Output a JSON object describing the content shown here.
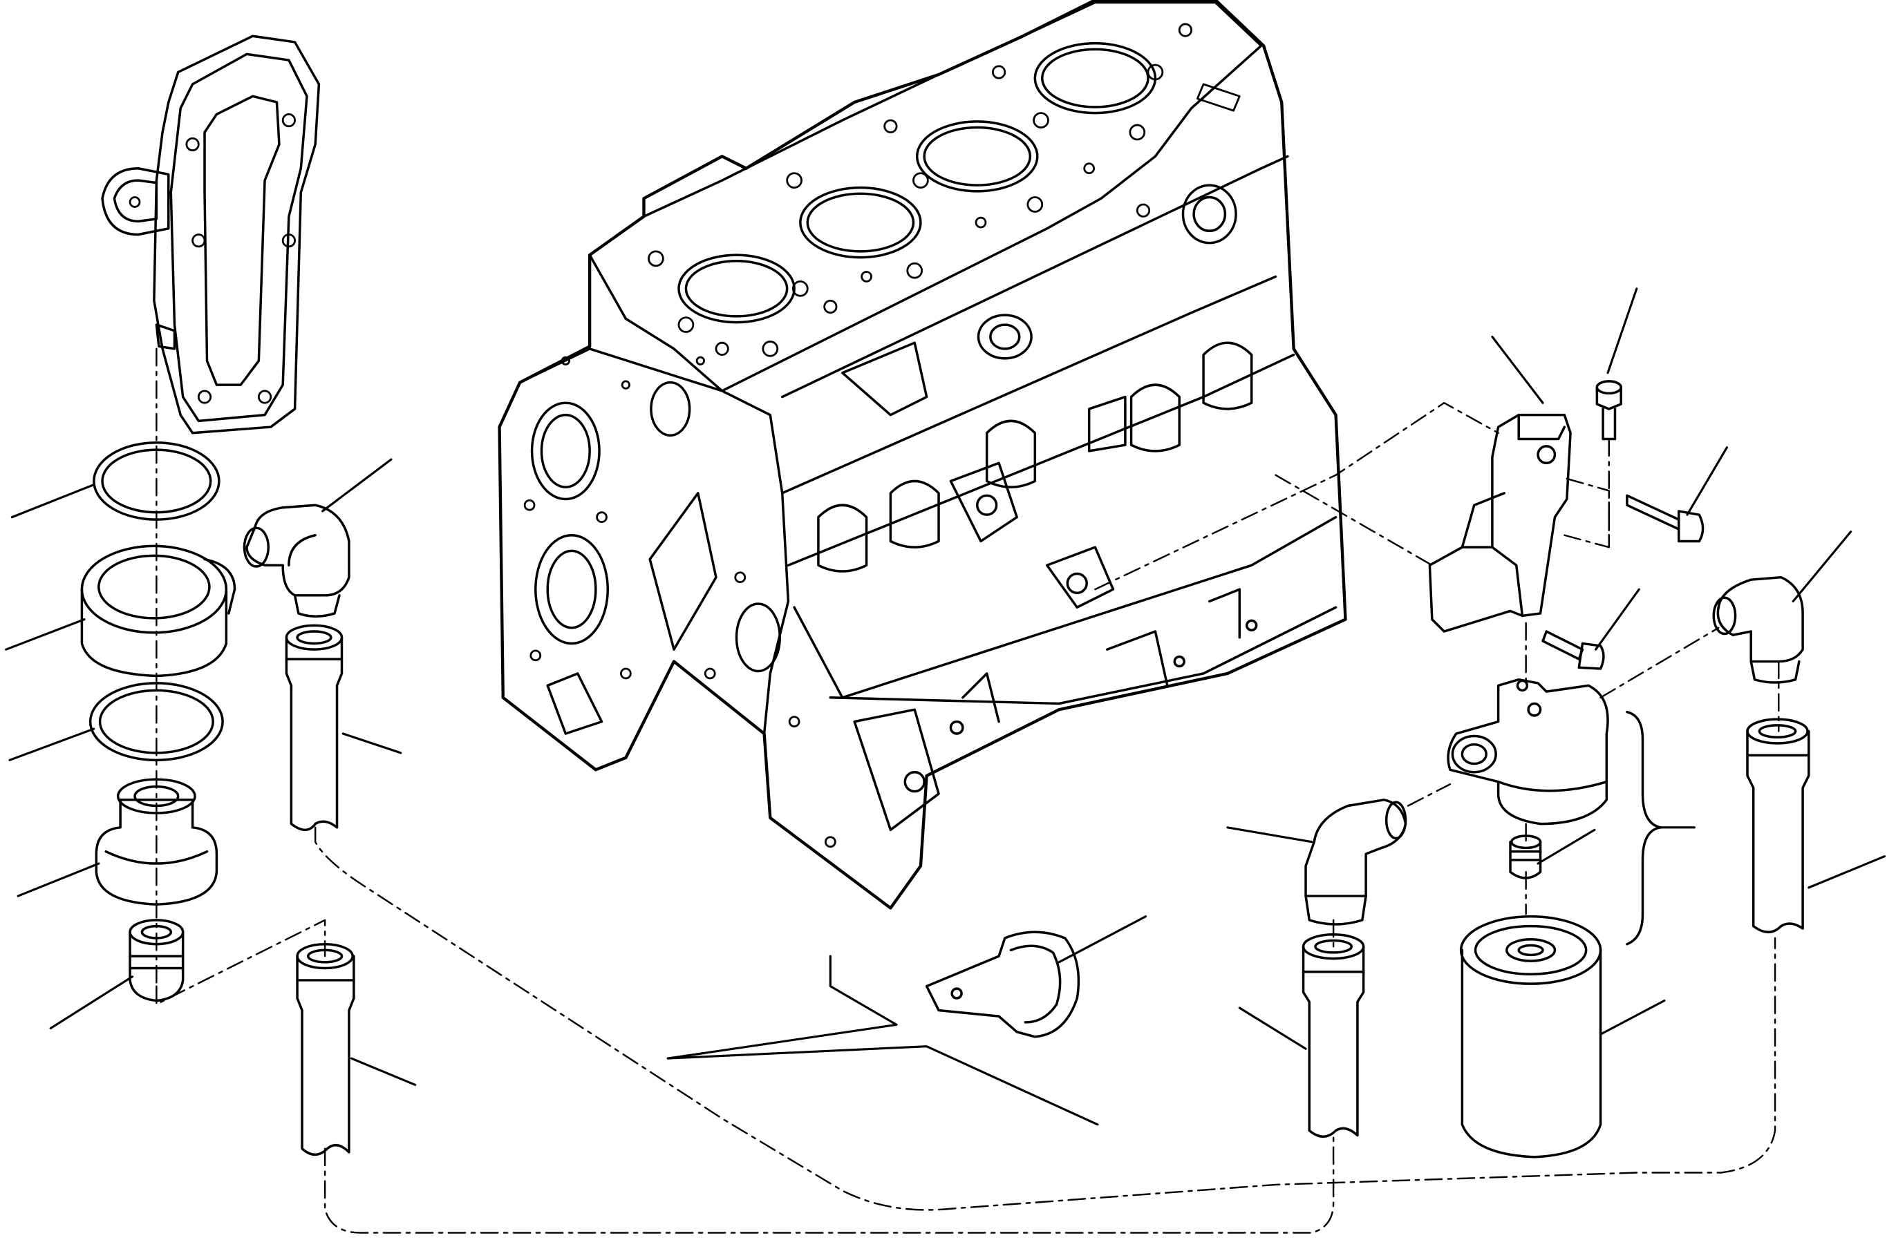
{
  "diagram": {
    "type": "exploded-parts-view",
    "labels_printed": false,
    "colors": {
      "background": "#ffffff",
      "line": "#000000"
    },
    "parts": [
      "engine-block",
      "oil-cooler-cover",
      "o-ring-upper",
      "adapter-ring",
      "o-ring-lower",
      "oil-filter-base-left",
      "threaded-connector",
      "elbow-fitting-left",
      "hose-fitting-left-upper",
      "hose-fitting-left-lower",
      "mounting-bracket",
      "bolt-vertical",
      "bolt-right",
      "bolt-bracket",
      "filter-head",
      "threaded-nipple",
      "oil-filter-cartridge",
      "elbow-fitting-center",
      "hose-fitting-center",
      "elbow-fitting-right",
      "hose-fitting-right",
      "hose-clamp"
    ],
    "leader_line_count": 19
  }
}
